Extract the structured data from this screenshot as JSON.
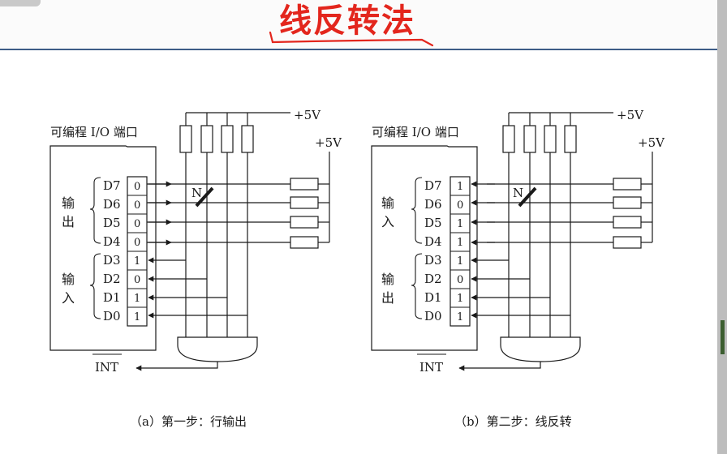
{
  "slide": {
    "title": "线反转法",
    "title_color": "#e3261d",
    "rule_color": "#3d5c87"
  },
  "panels": [
    {
      "port_label": "可编程 I/O 端口",
      "supply_top": "+5V",
      "supply_right": "+5V",
      "node_label": "N",
      "int_label": "INT",
      "dir_upper": [
        "输",
        "出"
      ],
      "dir_lower": [
        "输",
        "入"
      ],
      "bits": [
        {
          "name": "D7",
          "value": "0"
        },
        {
          "name": "D6",
          "value": "0"
        },
        {
          "name": "D5",
          "value": "0"
        },
        {
          "name": "D4",
          "value": "0"
        },
        {
          "name": "D3",
          "value": "1"
        },
        {
          "name": "D2",
          "value": "0"
        },
        {
          "name": "D1",
          "value": "1"
        },
        {
          "name": "D0",
          "value": "1"
        }
      ],
      "caption": "（a）第一步：行输出"
    },
    {
      "port_label": "可编程 I/O 端口",
      "supply_top": "+5V",
      "supply_right": "+5V",
      "node_label": "N",
      "int_label": "INT",
      "dir_upper": [
        "输",
        "入"
      ],
      "dir_lower": [
        "输",
        "出"
      ],
      "bits": [
        {
          "name": "D7",
          "value": "1"
        },
        {
          "name": "D6",
          "value": "0"
        },
        {
          "name": "D5",
          "value": "1"
        },
        {
          "name": "D4",
          "value": "1"
        },
        {
          "name": "D3",
          "value": "1"
        },
        {
          "name": "D2",
          "value": "0"
        },
        {
          "name": "D1",
          "value": "1"
        },
        {
          "name": "D0",
          "value": "1"
        }
      ],
      "caption": "（b）第二步：线反转"
    }
  ]
}
